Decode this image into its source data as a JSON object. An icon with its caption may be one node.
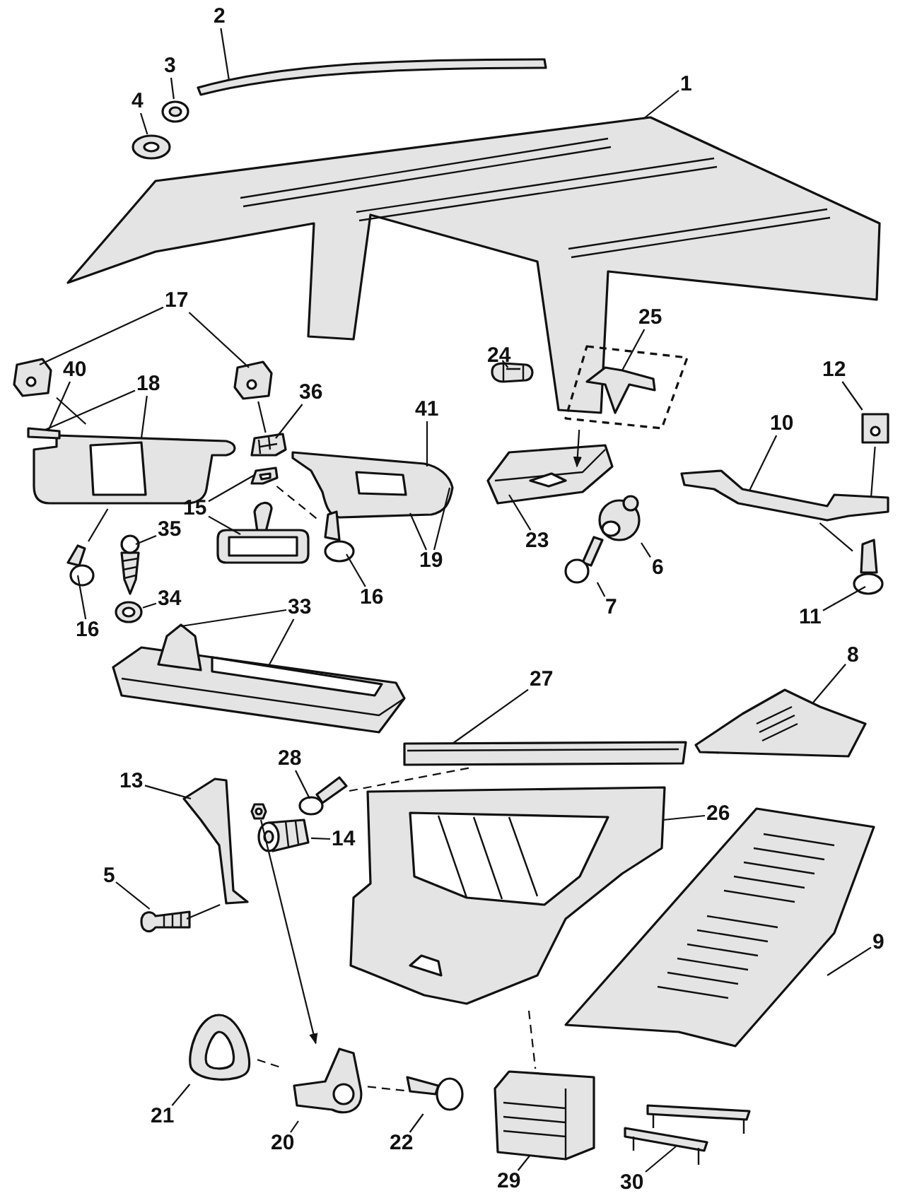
{
  "diagram": {
    "nodes": [
      {
        "text": [
          "1"
        ]
      },
      {
        "text": [
          "2"
        ]
      },
      {
        "text": [
          "3"
        ]
      },
      {
        "text": [
          "4"
        ]
      },
      {
        "text": [
          "17"
        ]
      },
      {
        "text": [
          "40"
        ]
      },
      {
        "text": [
          "18"
        ]
      },
      {
        "text": [
          "36"
        ]
      },
      {
        "text": [
          "41"
        ]
      },
      {
        "text": [
          "24"
        ]
      },
      {
        "text": [
          "25"
        ]
      },
      {
        "text": [
          "12"
        ]
      },
      {
        "text": [
          "10"
        ]
      },
      {
        "text": [
          "15"
        ]
      },
      {
        "text": [
          "35"
        ]
      },
      {
        "text": [
          "19"
        ]
      },
      {
        "text": [
          "16"
        ]
      },
      {
        "text": [
          "16"
        ]
      },
      {
        "text": [
          "6"
        ]
      },
      {
        "text": [
          "7"
        ]
      },
      {
        "text": [
          "11"
        ]
      },
      {
        "text": [
          "23"
        ]
      },
      {
        "text": [
          "34"
        ]
      },
      {
        "text": [
          "33"
        ]
      },
      {
        "text": [
          "27"
        ]
      },
      {
        "text": [
          "8"
        ]
      },
      {
        "text": [
          "28"
        ]
      },
      {
        "text": [
          "13"
        ]
      },
      {
        "text": [
          "26"
        ]
      },
      {
        "text": [
          "14"
        ]
      },
      {
        "text": [
          "5"
        ]
      },
      {
        "text": [
          "9"
        ]
      },
      {
        "text": [
          "21"
        ]
      },
      {
        "text": [
          "20"
        ]
      },
      {
        "text": [
          "22"
        ]
      },
      {
        "text": [
          "29"
        ]
      },
      {
        "text": [
          "30"
        ]
      },
      {
        "text": [],
        "shape": "picture"
      },
      {
        "text": [],
        "shape": "picture"
      },
      {
        "text": [],
        "shape": "picture"
      },
      {
        "text": [],
        "shape": "picture"
      },
      {
        "text": [],
        "shape": "picture"
      },
      {
        "text": [],
        "shape": "picture"
      },
      {
        "text": [],
        "shape": "picture"
      },
      {
        "text": [],
        "shape": "picture"
      },
      {
        "text": [],
        "shape": "picture"
      },
      {
        "text": [],
        "shape": "picture"
      },
      {
        "text": [],
        "shape": "picture"
      },
      {
        "text": [],
        "shape": "picture"
      },
      {
        "text": [],
        "shape": "picture"
      },
      {
        "text": [],
        "shape": "picture"
      },
      {
        "text": [],
        "shape": "picture"
      },
      {
        "text": [],
        "shape": "picture"
      },
      {
        "text": [],
        "shape": "picture"
      },
      {
        "text": [],
        "shape": "picture"
      },
      {
        "text": [],
        "shape": "picture"
      },
      {
        "text": [],
        "shape": "picture"
      },
      {
        "text": [],
        "shape": "picture"
      },
      {
        "text": [],
        "shape": "picture"
      },
      {
        "text": [],
        "shape": "picture"
      },
      {
        "text": [],
        "shape": "picture"
      },
      {
        "text": [],
        "shape": "picture"
      },
      {
        "text": [],
        "shape": "picture"
      },
      {
        "text": [],
        "shape": "picture"
      },
      {
        "text": [],
        "shape": "picture"
      },
      {
        "text": [],
        "shape": "picture"
      },
      {
        "text": [],
        "shape": "picture"
      },
      {
        "text": [],
        "shape": "picture"
      },
      {
        "text": [],
        "shape": "picture"
      },
      {
        "text": [],
        "shape": "picture"
      },
      {
        "text": [],
        "shape": "picture"
      },
      {
        "text": [],
        "shape": "picture"
      },
      {
        "text": [],
        "shape": "picture"
      },
      {
        "text": [],
        "shape": "picture"
      },
      {
        "text": [],
        "shape": "picture"
      }
    ],
    "edges": [
      {
        "from": 0,
        "to": 37,
        "arrow": "none"
      },
      {
        "from": 1,
        "to": 38,
        "arrow": "none"
      },
      {
        "from": 2,
        "to": 39,
        "arrow": "none"
      },
      {
        "from": 3,
        "to": 40,
        "arrow": "none"
      },
      {
        "from": 4,
        "to": 41,
        "arrow": "none"
      },
      {
        "from": 4,
        "to": 42,
        "arrow": "none"
      },
      {
        "from": 5,
        "to": 43,
        "arrow": "none"
      },
      {
        "from": 6,
        "to": 43,
        "arrow": "none"
      },
      {
        "from": 6,
        "to": 43,
        "arrow": "none"
      },
      {
        "from": 7,
        "to": 44,
        "arrow": "none"
      },
      {
        "from": 8,
        "to": 47,
        "arrow": "none"
      },
      {
        "from": 13,
        "to": 45,
        "arrow": "none"
      },
      {
        "from": 13,
        "to": 46,
        "arrow": "none"
      },
      {
        "from": 14,
        "to": 49,
        "arrow": "none"
      },
      {
        "from": 15,
        "to": 47,
        "arrow": "none"
      },
      {
        "from": 15,
        "to": 47,
        "arrow": "none"
      },
      {
        "from": 16,
        "to": 48,
        "arrow": "none"
      },
      {
        "from": 17,
        "to": 51,
        "arrow": "none"
      },
      {
        "from": 22,
        "to": 50,
        "arrow": "none"
      },
      {
        "from": 23,
        "to": 52,
        "arrow": "none"
      },
      {
        "from": 23,
        "to": 52,
        "arrow": "none"
      },
      {
        "from": 9,
        "to": 53,
        "arrow": "none"
      },
      {
        "from": 10,
        "to": 54,
        "arrow": "none"
      },
      {
        "from": 11,
        "to": 59,
        "arrow": "none"
      },
      {
        "from": 12,
        "to": 58,
        "arrow": "none"
      },
      {
        "from": 21,
        "to": 55,
        "arrow": "none"
      },
      {
        "from": 18,
        "to": 56,
        "arrow": "none"
      },
      {
        "from": 19,
        "to": 57,
        "arrow": "none"
      },
      {
        "from": 20,
        "to": 60,
        "arrow": "none"
      },
      {
        "from": 24,
        "to": 61,
        "arrow": "none"
      },
      {
        "from": 25,
        "to": 62,
        "arrow": "none"
      },
      {
        "from": 26,
        "to": 63,
        "arrow": "none"
      },
      {
        "from": 27,
        "to": 64,
        "arrow": "none"
      },
      {
        "from": 29,
        "to": 66,
        "arrow": "none"
      },
      {
        "from": 30,
        "to": 67,
        "arrow": "none"
      },
      {
        "from": 28,
        "to": 68,
        "arrow": "none"
      },
      {
        "from": 31,
        "to": 69,
        "arrow": "none"
      },
      {
        "from": 32,
        "to": 70,
        "arrow": "none"
      },
      {
        "from": 33,
        "to": 71,
        "arrow": "none"
      },
      {
        "from": 34,
        "to": 72,
        "arrow": "none"
      },
      {
        "from": 35,
        "to": 73,
        "arrow": "none"
      },
      {
        "from": 36,
        "to": 74,
        "arrow": "none"
      },
      {
        "from": 41,
        "to": 43,
        "arrow": "none"
      },
      {
        "from": 42,
        "to": 44,
        "arrow": "none"
      },
      {
        "from": 43,
        "to": 48,
        "arrow": "none"
      },
      {
        "from": 45,
        "to": 51,
        "arrow": "none",
        "style": "dashed"
      },
      {
        "from": 54,
        "to": 55,
        "arrow": "to"
      },
      {
        "from": 59,
        "to": 58,
        "arrow": "none"
      },
      {
        "from": 58,
        "to": 60,
        "arrow": "none"
      },
      {
        "from": 63,
        "to": 61,
        "arrow": "none",
        "style": "dashed"
      },
      {
        "from": 64,
        "to": 67,
        "arrow": "none"
      },
      {
        "from": 65,
        "to": 71,
        "arrow": "to"
      },
      {
        "from": 70,
        "to": 71,
        "arrow": "none",
        "style": "dashed"
      },
      {
        "from": 71,
        "to": 72,
        "arrow": "none",
        "style": "dashed"
      },
      {
        "from": 68,
        "to": 73,
        "arrow": "none",
        "style": "dashed"
      }
    ]
  }
}
